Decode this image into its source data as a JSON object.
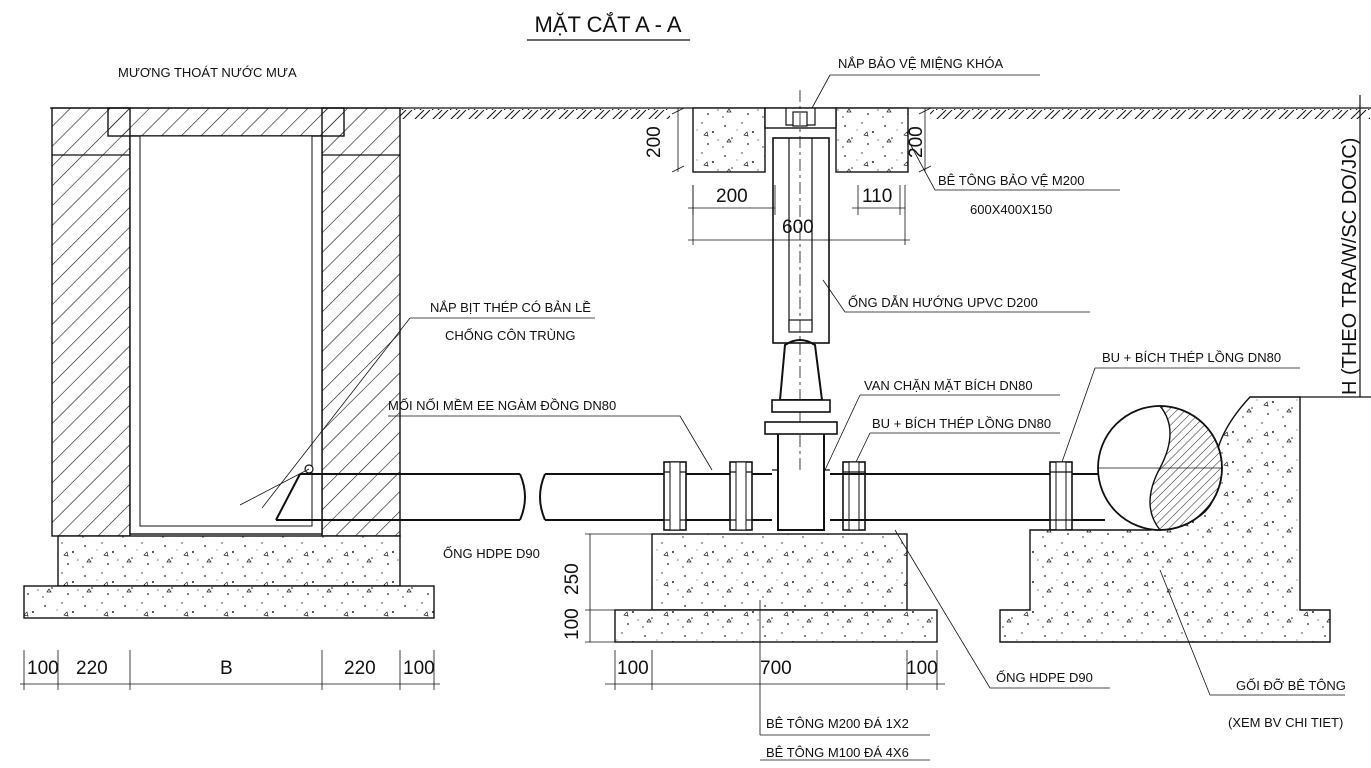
{
  "title": "MẶT CẮT A - A",
  "labels": {
    "drain": "MƯƠNG THOÁT NƯỚC MƯA",
    "key_cover": "NẮP BẢO VỆ MIỆNG KHÓA",
    "protect_concrete": "BÊ TÔNG BẢO VỆ M200",
    "protect_size": "600X400X150",
    "guide_pipe": "ỐNG DẪN HƯỚNG UPVC D200",
    "steel_cap_1": "NẮP BỊT THÉP CÓ BẢN LỀ",
    "steel_cap_2": "CHỐNG CÔN TRÙNG",
    "valve": "VAN CHẶN MẶT BÍCH DN80",
    "flange_mid": "BU + BÍCH THÉP LỒNG DN80",
    "flange_right": "BU + BÍCH THÉP LỒNG DN80",
    "flex_joint": "MỐI NỐI MỀM EE NGÀM ĐỒNG DN80",
    "hdpe_left": "ỐNG HDPE D90",
    "hdpe_right": "ỐNG HDPE D90",
    "support_1": "GỐI ĐỠ BÊ TÔNG",
    "support_2": "(XEM BV CHI TIET)",
    "concrete_m200": "BÊ TÔNG M200 ĐÁ 1X2",
    "concrete_m100": "BÊ TÔNG M100 ĐÁ 4X6",
    "height_note": "H (THEO TRA/W/SC DO/JC)"
  },
  "dimensions": {
    "cover_left_h": "200",
    "cover_right_h": "200",
    "cover_left_w": "200",
    "cover_right_w": "110",
    "cover_total": "600",
    "base_h": "250",
    "lean_h": "100",
    "bottom_left": [
      "100",
      "220",
      "B",
      "220",
      "100"
    ],
    "bottom_mid": [
      "100",
      "700",
      "100"
    ]
  }
}
